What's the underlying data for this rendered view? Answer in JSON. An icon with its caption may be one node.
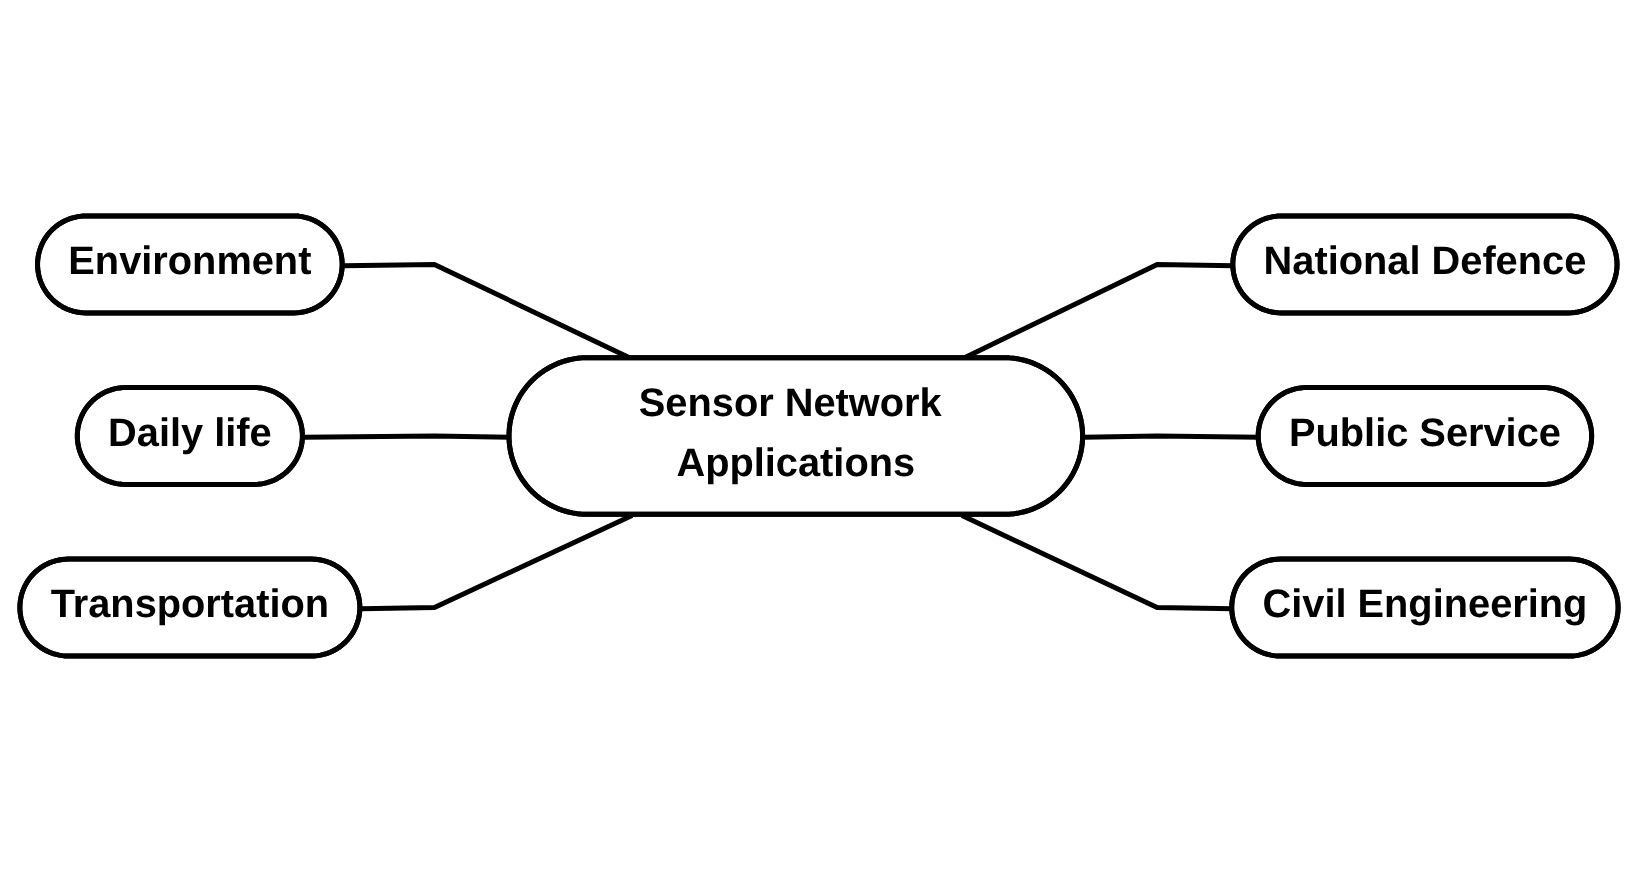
{
  "diagram": {
    "nodes": [
      {
        "text": [
          "Environment"
        ]
      },
      {
        "text": [
          "Daily life"
        ]
      },
      {
        "text": [
          "National Defence"
        ]
      },
      {
        "text": [
          "Sensor Network Applications"
        ]
      },
      {
        "text": [
          "Transportation"
        ]
      },
      {
        "text": [
          "Public Service"
        ]
      },
      {
        "text": [
          "Civil Engineering"
        ]
      }
    ],
    "edges": [
      {
        "from": 0,
        "to": 3,
        "arrow": "none"
      },
      {
        "from": 1,
        "to": 3,
        "arrow": "none"
      },
      {
        "from": 3,
        "to": 2,
        "arrow": "none"
      },
      {
        "from": 4,
        "to": 3,
        "arrow": "none"
      },
      {
        "from": 3,
        "to": 5,
        "arrow": "none"
      },
      {
        "from": 3,
        "to": 6,
        "arrow": "none"
      }
    ]
  }
}
